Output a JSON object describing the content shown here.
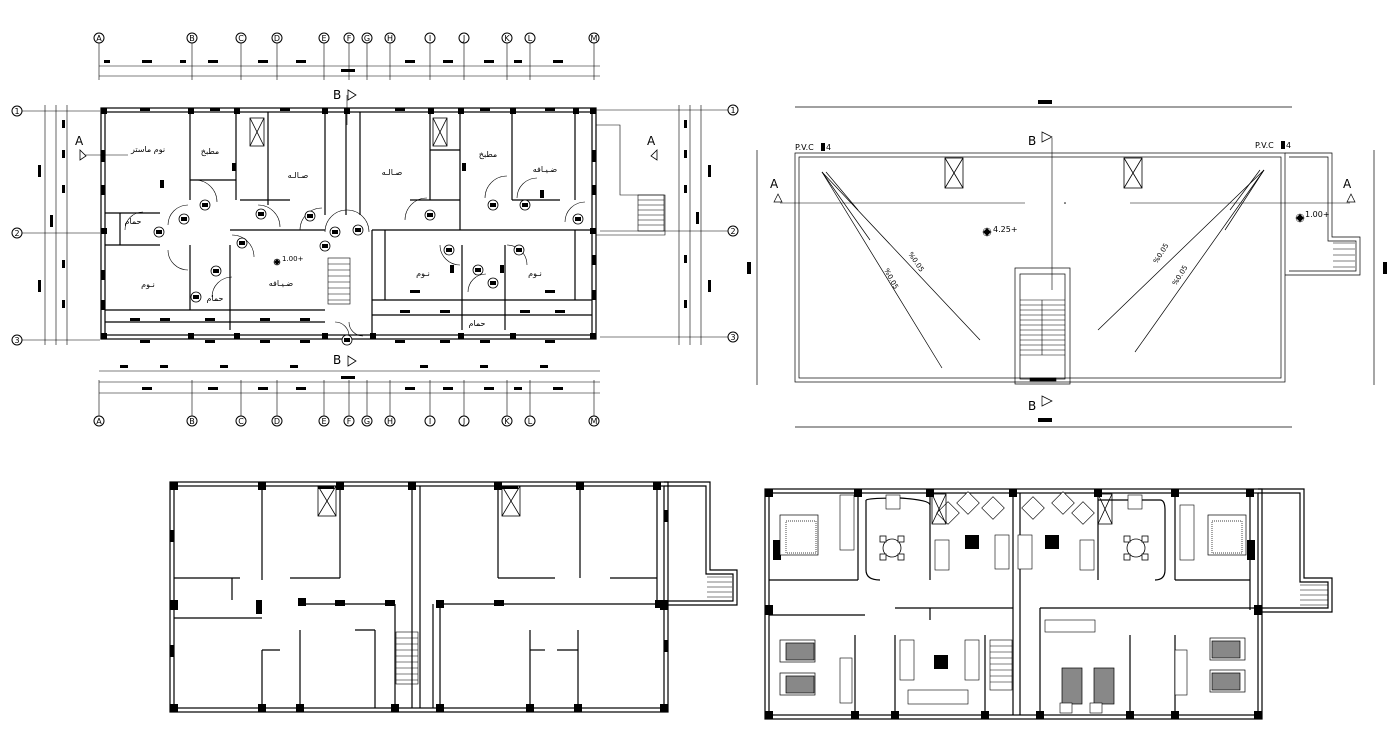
{
  "plan1": {
    "grid_cols": [
      "A",
      "B",
      "C",
      "D",
      "E",
      "F",
      "G",
      "H",
      "I",
      "J",
      "K",
      "L",
      "M"
    ],
    "grid_rows": [
      "1",
      "2",
      "3"
    ],
    "section_markers": {
      "a": "A",
      "b": "B"
    },
    "rooms": [
      {
        "id": "room-living-salon",
        "label": "نوم ماستر"
      },
      {
        "id": "room-kitchen-left",
        "label": "مطبخ"
      },
      {
        "id": "room-hall-left",
        "label": "صـالـه"
      },
      {
        "id": "room-hall-right",
        "label": "صـالـه"
      },
      {
        "id": "room-kitchen-right",
        "label": "مطبخ"
      },
      {
        "id": "room-guest-right",
        "label": "ضـيـافه"
      },
      {
        "id": "room-bath-left",
        "label": "حمام"
      },
      {
        "id": "room-bed-left",
        "label": "نـوم"
      },
      {
        "id": "room-bath-left2",
        "label": "حمام"
      },
      {
        "id": "room-guest-left",
        "label": "ضـيـافه"
      },
      {
        "id": "room-bed-mid",
        "label": "نـوم"
      },
      {
        "id": "room-bed-right",
        "label": "نـوم"
      },
      {
        "id": "room-bath-right",
        "label": "حمام"
      }
    ],
    "level": "1.00+"
  },
  "roof": {
    "pvc_left": "P.V.C",
    "pvc_right": "P.V.C",
    "pvc_num": "4",
    "level_center": "4.25+",
    "level_right": "1.00+",
    "slopes": [
      "%0.05",
      "%0.05",
      "%0.05",
      "%0.05"
    ],
    "section_markers": {
      "a": "A",
      "b": "B"
    }
  }
}
